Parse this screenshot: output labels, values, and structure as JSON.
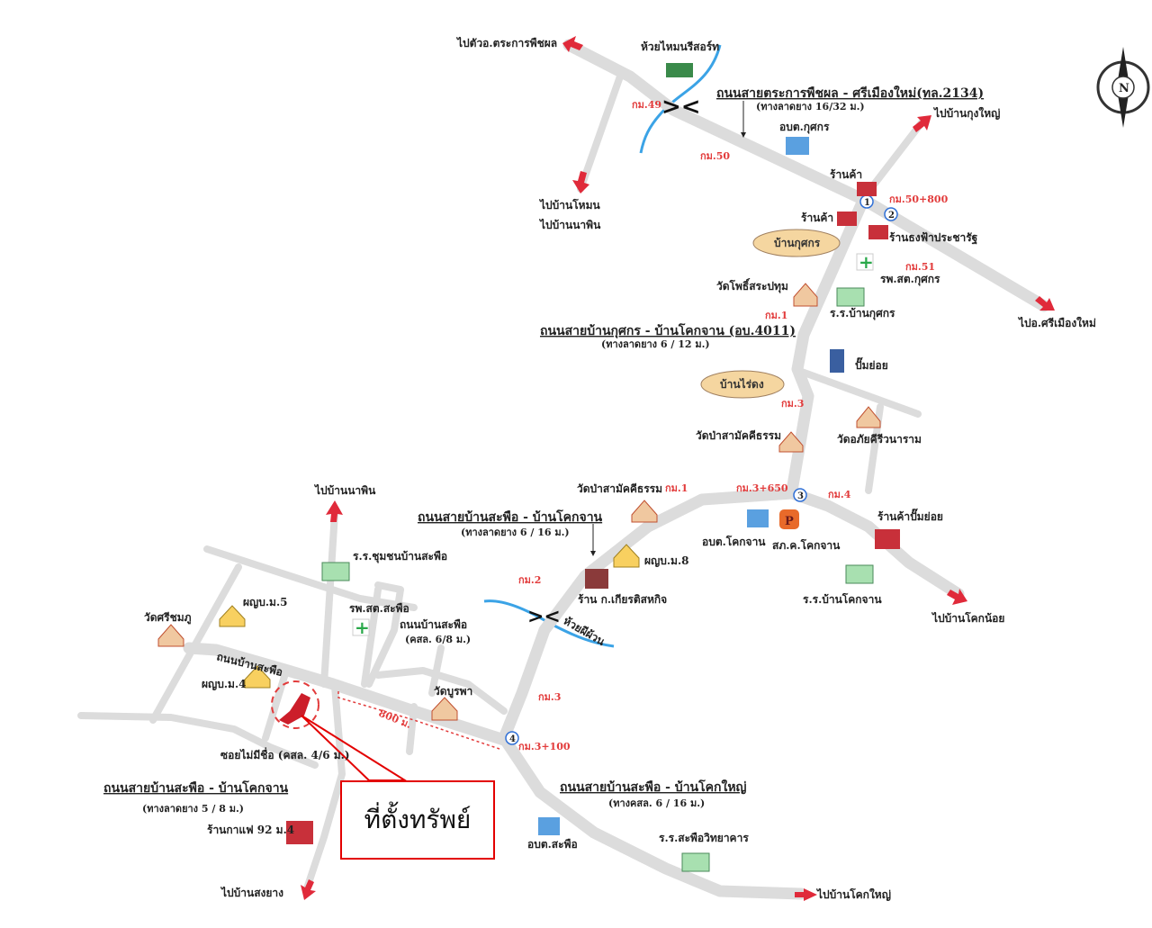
{
  "callout": {
    "label": "ที่ตั้งทรัพย์"
  },
  "compass": {
    "letter": "N"
  },
  "roads": {
    "r2134_title": "ถนนสายตระการพืชผล - ศรีเมืองใหม่(ทล.2134)",
    "r2134_sub": "(ทางลาดยาง 16/32 ม.)",
    "r4011_title": "ถนนสายบ้านกุศกร - บ้านโคกจาน (อบ.4011)",
    "r4011_sub": "(ทางลาดยาง 6 / 12 ม.)",
    "rsaphue_kokchan_title": "ถนนสายบ้านสะพือ - บ้านโคกจาน",
    "rsaphue_kokchan_sub": "(ทางลาดยาง 6 / 16 ม.)",
    "rsaphue_local": "ถนนบ้านสะพือ",
    "rsaphue_local2_title": "ถนนบ้านสะพือ",
    "rsaphue_local2_sub": "(คสล. 6/8 ม.)",
    "soi": "ซอยไม่มีชื่อ (คสล. 4/6 ม.)",
    "rsouth_title": "ถนนสายบ้านสะพือ - บ้านโคกจาน",
    "rsouth_sub": "(ทางลาดยาง 5 / 8 ม.)",
    "rkokyai_title": "ถนนสายบ้านสะพือ - บ้านโคกใหญ่",
    "rkokyai_sub": "(ทางคสล. 6 / 16 ม.)",
    "distance": "800 ม."
  },
  "directions": {
    "to_trakan": "ไปตัวอ.ตระการพืชผล",
    "to_nonmuen": "ไปบ้านโหมน",
    "to_naphin": "ไปบ้านนาพิน",
    "to_kungyai": "ไปบ้านกุงใหญ่",
    "to_srimuang": "ไปอ.ศรีเมืองใหม่",
    "to_naphin2": "ไปบ้านนาพิน",
    "to_koknoi": "ไปบ้านโคกน้อย",
    "to_songyang": "ไปบ้านสงยาง",
    "to_kokyai": "ไปบ้านโคกใหญ่"
  },
  "km_markers": [
    "กม.49",
    "กม.50",
    "กม.50+800",
    "กม.51",
    "กม.1",
    "กม.3",
    "กม.1",
    "กม.3+650",
    "กม.4",
    "กม.2",
    "กม.3",
    "กม.3+100"
  ],
  "checkpoints": [
    "1",
    "2",
    "3",
    "4"
  ],
  "villages": [
    "บ้านกุศกร",
    "บ้านไร่ดง"
  ],
  "places": {
    "resort": "ห้วยไหมนรีสอร์ท",
    "obt_kusakon": "อบต.กุศกร",
    "shop1": "ร้านค้า",
    "shop2": "ร้านค้า",
    "shop3": "ร้านธงฟ้าประชารัฐ",
    "hospital_kusakon": "รพ.สต.กุศกร",
    "wat_pho": "วัดโพธิ์สระปทุม",
    "school_kusakon": "ร.ร.บ้านกุศกร",
    "pump": "ปั๊มย่อย",
    "wat_pa1": "วัดป่าสามัคคีธรรม",
    "wat_aphai": "วัดอภัยคีรีวนาราม",
    "wat_pa2": "วัดป่าสามัคคีธรรม",
    "obt_kokchan": "อบต.โคกจาน",
    "police_kokchan": "สภ.ค.โคกจาน",
    "shop_pump": "ร้านค้าปั๊มย่อย",
    "school_kokchan": "ร.ร.บ้านโคกจาน",
    "head_m8": "ผญบ.ม.8",
    "shop_kiat": "ร้าน ก.เกียรติสหกิจ",
    "stream": "ห้วยผีผ้วน",
    "school_saphue": "ร.ร.ชุมชนบ้านสะพือ",
    "wat_sri": "วัดศรีชมภู",
    "head_m5": "ผญบ.ม.5",
    "hospital_saphue": "รพ.สต.สะพือ",
    "head_m4": "ผญบ.ม.4",
    "wat_burapha": "วัดบูรพา",
    "cafe": "ร้านกาแฟ 92 ม.4",
    "obt_saphue": "อบต.สะพือ",
    "school_saphue_wit": "ร.ร.สะพือวิทยาคาร"
  },
  "colors": {
    "road": "#dcdcdc",
    "arrow": "#e02a3a",
    "river": "#3ba3e6",
    "km": "#e23b3b",
    "callout": "#e30000",
    "checkpoint": "#2f6fd6"
  }
}
